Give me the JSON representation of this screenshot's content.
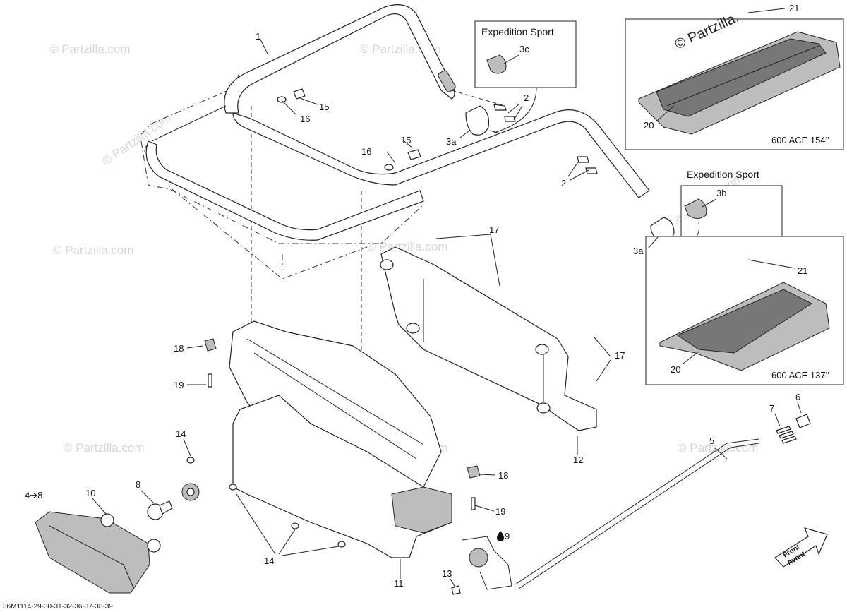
{
  "watermark": "© Partzilla.com",
  "stamp": "© Partzilla.",
  "reference_code": "36M1114-29-30-31-32-36-37-38-39",
  "insets": {
    "expedition_3c": {
      "title": "Expedition Sport",
      "callout": "3c"
    },
    "expedition_3b": {
      "title": "Expedition Sport",
      "callout": "3b"
    },
    "track_154": {
      "caption": "600 ACE 154’’",
      "callout_20": "20",
      "callout_21": "21"
    },
    "track_137": {
      "caption": "600 ACE 137’’",
      "callout_20": "20",
      "callout_21": "21"
    }
  },
  "callouts": {
    "c1": "1",
    "c2_top": "2",
    "c2_mid": "2",
    "c3a_top": "3a",
    "c3a_mid": "3a",
    "c15_a": "15",
    "c15_b": "15",
    "c16_a": "16",
    "c16_b": "16",
    "c17_top": "17",
    "c17_mid": "17",
    "c18_left": "18",
    "c18_right": "18",
    "c19_left": "19",
    "c19_right": "19",
    "c14_top": "14",
    "c14_bottom": "14",
    "c4_8": "4➔8",
    "c10": "10",
    "c8": "8",
    "c9": "9",
    "c13": "13",
    "c11": "11",
    "c12": "12",
    "c5": "5",
    "c6": "6",
    "c7": "7"
  },
  "front_arrow": {
    "line1": "Front",
    "line2": "Avant"
  }
}
